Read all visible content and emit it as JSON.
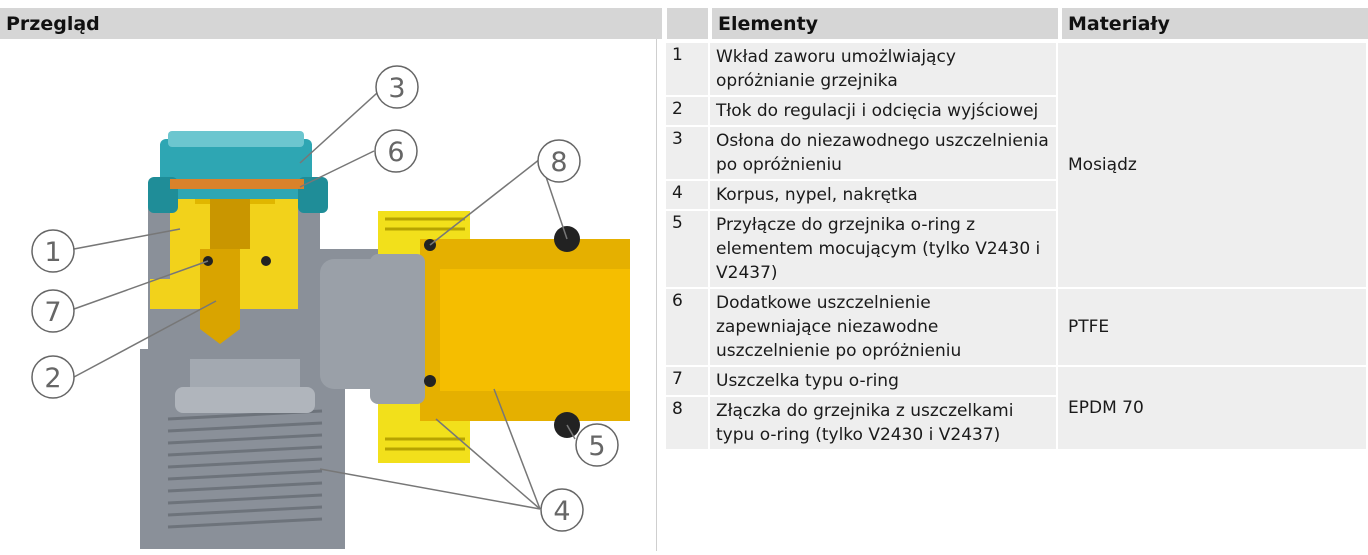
{
  "headers": {
    "overview": "Przegląd",
    "elements": "Elementy",
    "materials": "Materiały"
  },
  "callouts": [
    "1",
    "2",
    "3",
    "4",
    "5",
    "6",
    "7",
    "8"
  ],
  "rows": [
    {
      "num": "1",
      "text": "Wkład zaworu umożlwiający opróżnianie grzejnika"
    },
    {
      "num": "2",
      "text": "Tłok do regulacji i odcięcia wyjściowej"
    },
    {
      "num": "3",
      "text": "Osłona  do niezawodnego uszczelnienia po opróżnieniu"
    },
    {
      "num": "4",
      "text": "Korpus, nypel, nakrętka"
    },
    {
      "num": "5",
      "text": "Przyłącze do grzejnika o-ring z elementem mocującym (tylko V2430 i V2437)"
    },
    {
      "num": "6",
      "text": "Dodatkowe uszczelnienie zapewniające niezawodne uszczelnienie po opróżnieniu"
    },
    {
      "num": "7",
      "text": "Uszczelka typu o-ring"
    },
    {
      "num": "8",
      "text": "Złączka do grzejnika z uszczelkami typu o-ring (tylko V2430 i V2437)"
    }
  ],
  "materials": {
    "brass": "Mosiądz",
    "ptfe": "PTFE",
    "epdm": "EPDM 70"
  },
  "colors": {
    "header_bg": "#d6d6d6",
    "cell_bg": "#eeeeee",
    "body_grey": "#8a9099",
    "brass_yellow": "#f2d21b",
    "cap_teal": "#2ea6b3",
    "seal_orange": "#d9822b"
  }
}
